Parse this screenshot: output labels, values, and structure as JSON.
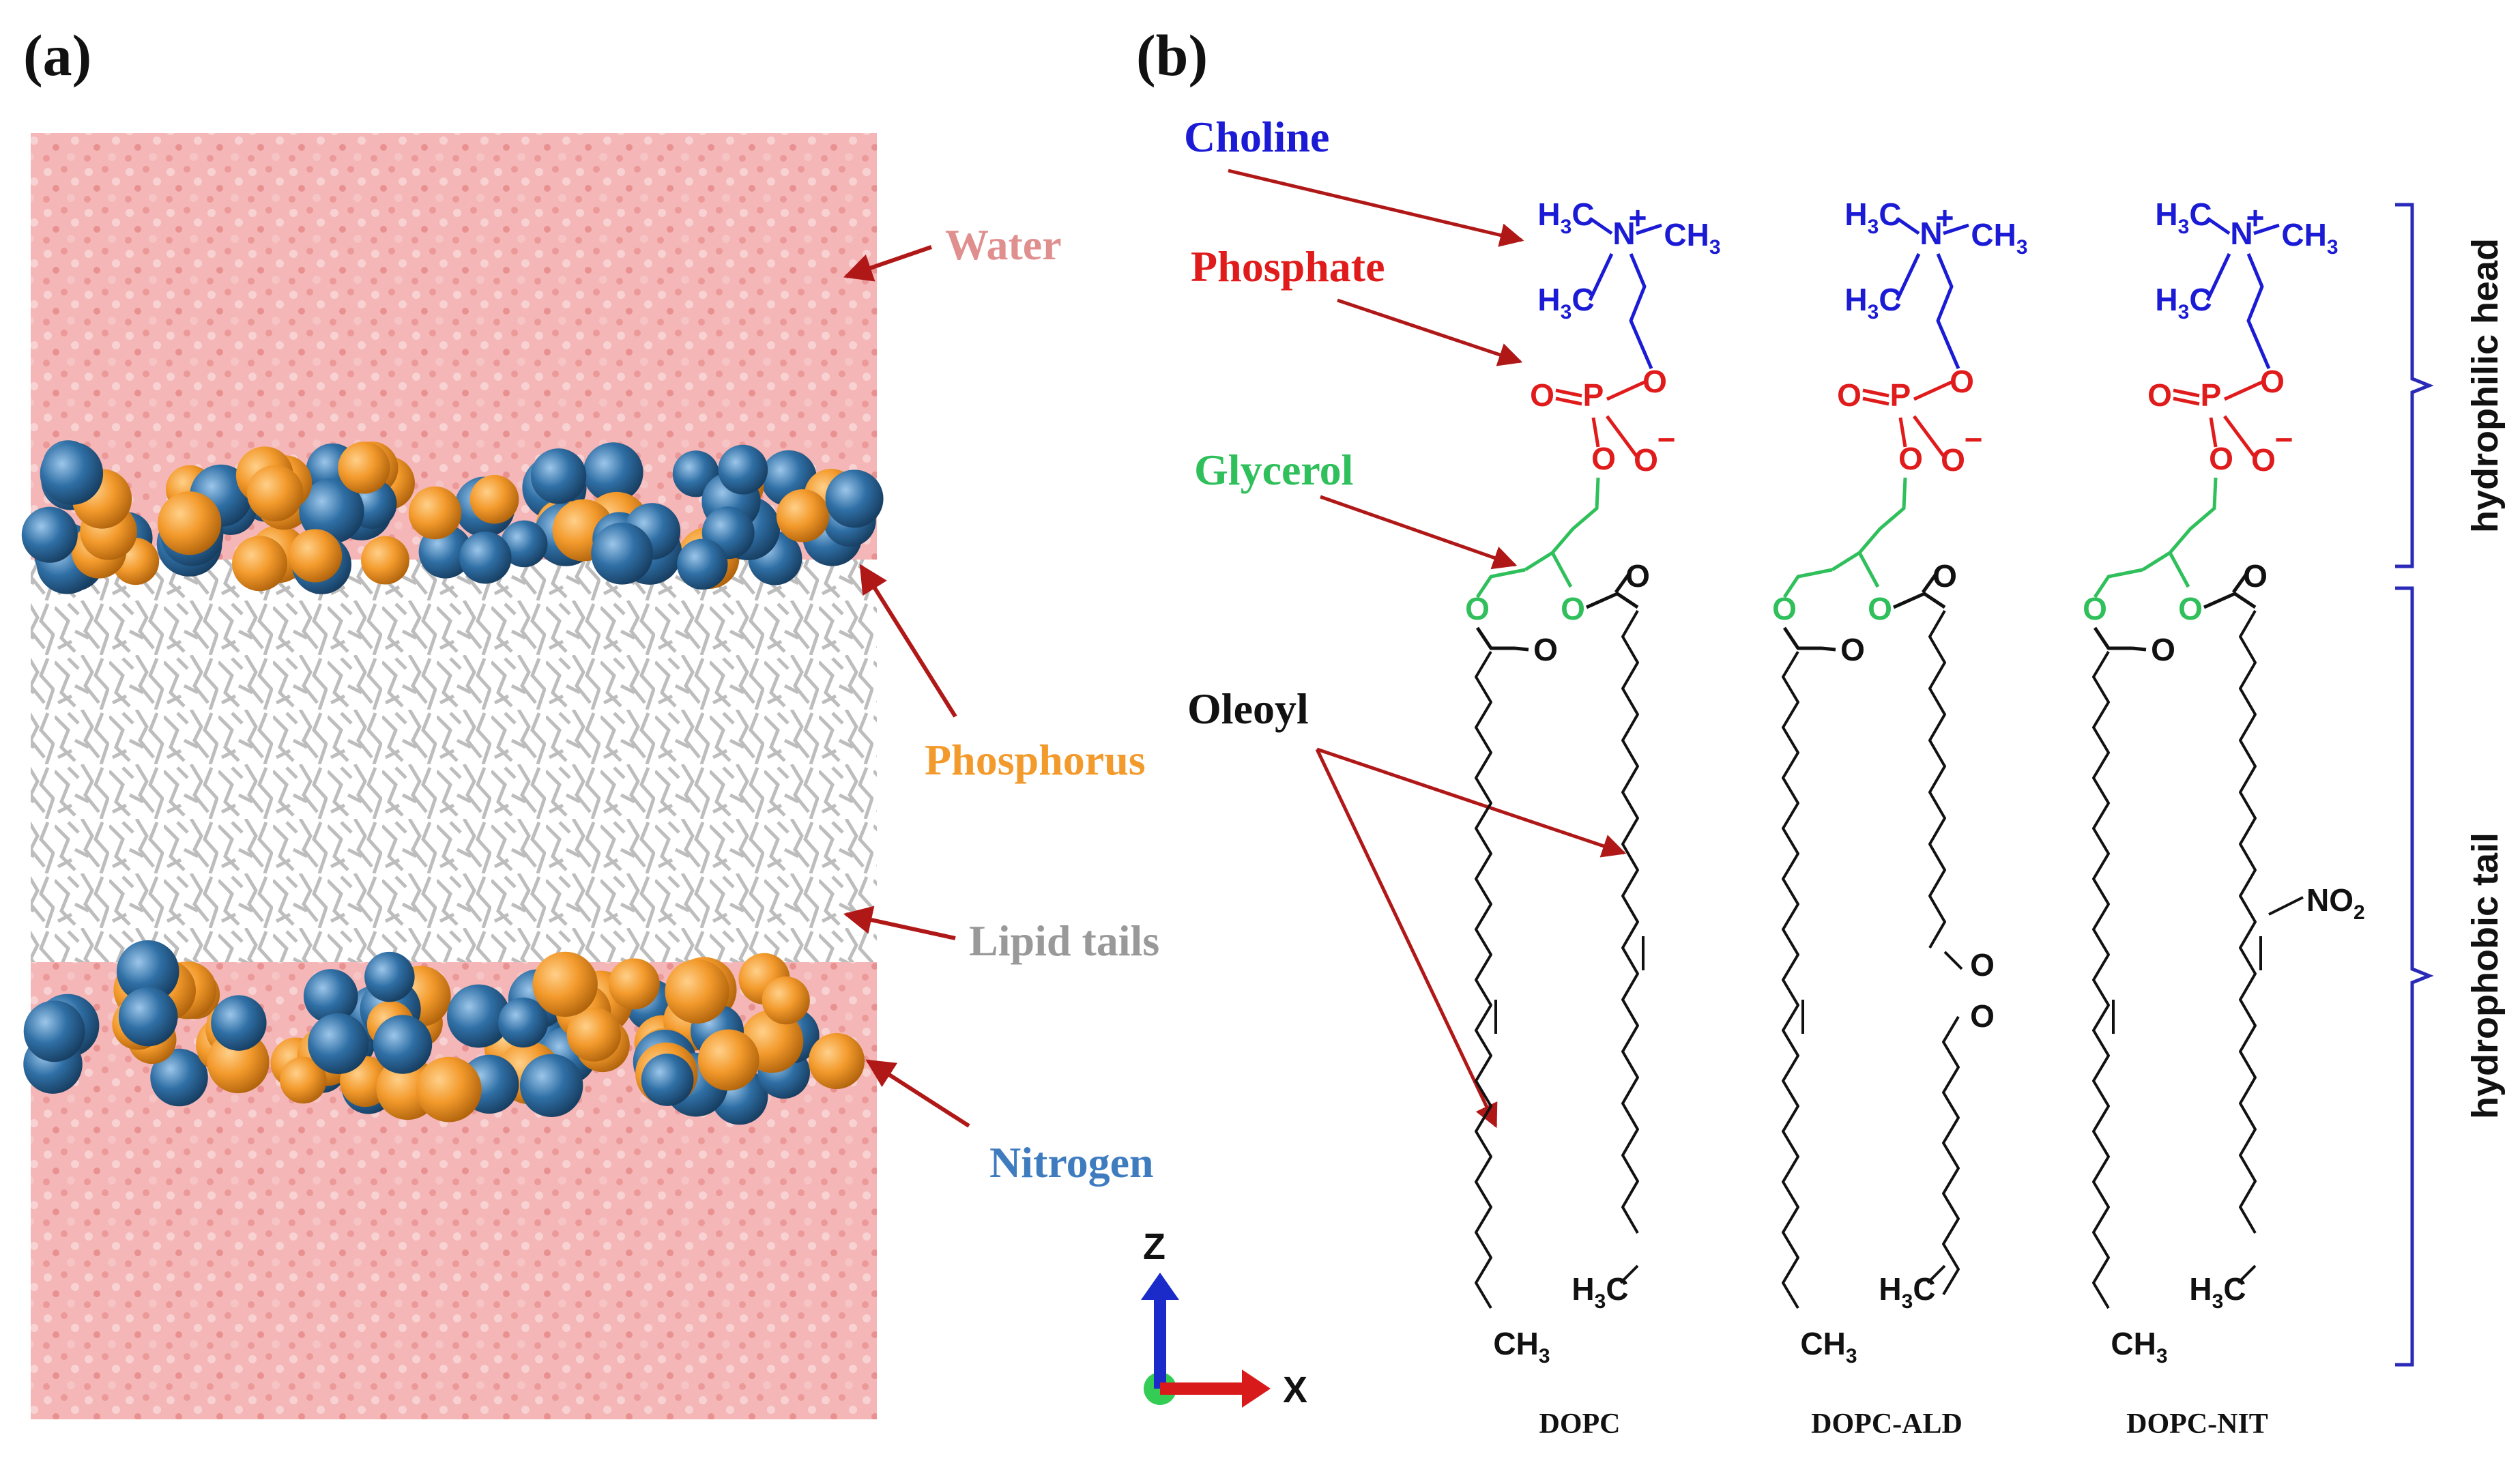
{
  "panels": {
    "a": "(a)",
    "b": "(b)"
  },
  "simulation_labels": {
    "water": "Water",
    "phosphorus": "Phosphorus",
    "lipid_tails": "Lipid tails",
    "nitrogen": "Nitrogen"
  },
  "group_labels": {
    "choline": "Choline",
    "phosphate": "Phosphate",
    "glycerol": "Glycerol",
    "oleoyl": "Oleoyl"
  },
  "axes": {
    "z": "Z",
    "x": "X"
  },
  "molecules": [
    {
      "name": "DOPC",
      "tail2_end": "H3C",
      "tail1_end": "CH3"
    },
    {
      "name": "DOPC-ALD",
      "tail2_end": "H3C",
      "tail1_end": "CH3"
    },
    {
      "name": "DOPC-NIT",
      "tail2_end": "H3C",
      "tail1_end": "CH3",
      "substituent": "NO2"
    }
  ],
  "braces": {
    "head": "hydrophilic head",
    "tail": "hydrophobic tail"
  },
  "colors": {
    "water": "#f2a7a7",
    "phosphorus": "#f39a2c",
    "nitrogen": "#2f6fa5",
    "lipid": "#c9c9c9",
    "choline": "#1b1bd6",
    "phosphate": "#e01b1b",
    "glycerol": "#2fbf5b",
    "arrow": "#b01818",
    "brace": "#2a2ab8"
  }
}
